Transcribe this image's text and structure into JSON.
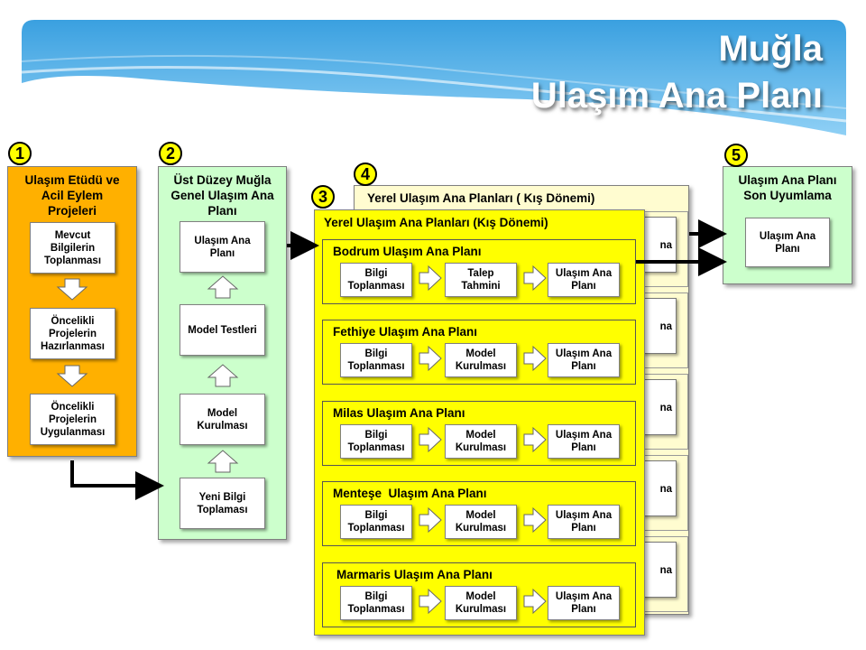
{
  "title": {
    "line1": "Muğla",
    "line2": "Ulaşım Ana Planı"
  },
  "colors": {
    "orange": "#ffb000",
    "green": "#ccffcc",
    "yellow": "#ffff00",
    "cream": "#fffcd0",
    "banner": "#4aa9e3"
  },
  "panel1": {
    "number": "1",
    "title": "Ulaşım Etüdü ve\nAcil Eylem\nProjeleri",
    "boxes": [
      "Mevcut\nBilgilerin\nToplanması",
      "Öncelikli\nProjelerin\nHazırlanması",
      "Öncelikli\nProjelerin\nUygulanması"
    ]
  },
  "panel2": {
    "number": "2",
    "title": "Üst Düzey Muğla\nGenel Ulaşım Ana\nPlanı",
    "boxes": [
      "Ulaşım Ana\nPlanı",
      "Model Testleri",
      "Model\nKurulması",
      "Yeni Bilgi\nToplaması"
    ]
  },
  "panel3": {
    "number": "3",
    "title": "Yerel Ulaşım Ana Planları (Kış Dönemi)",
    "subs": [
      {
        "title": "Bodrum Ulaşım Ana Planı",
        "steps": [
          "Bilgi\nToplanması",
          "Talep\nTahmini",
          "Ulaşım Ana\nPlanı"
        ]
      },
      {
        "title": "Fethiye Ulaşım Ana Planı",
        "steps": [
          "Bilgi\nToplanması",
          "Model\nKurulması",
          "Ulaşım Ana\nPlanı"
        ]
      },
      {
        "title": "Milas Ulaşım Ana Planı",
        "steps": [
          "Bilgi\nToplanması",
          "Model\nKurulması",
          "Ulaşım Ana\nPlanı"
        ]
      },
      {
        "title": "Menteşe  Ulaşım Ana Planı",
        "steps": [
          "Bilgi\nToplanması",
          "Model\nKurulması",
          "Ulaşım Ana\nPlanı"
        ]
      },
      {
        "title": "Marmaris Ulaşım Ana Planı",
        "steps": [
          "Bilgi\nToplanması",
          "Model\nKurulması",
          "Ulaşım Ana\nPlanı"
        ]
      }
    ]
  },
  "panel4": {
    "number": "4",
    "title": "Yerel Ulaşım Ana Planları ( Kış Dönemi)",
    "peek_texts": [
      "na",
      "na",
      "na",
      "na",
      "na"
    ]
  },
  "panel5": {
    "number": "5",
    "title": "Ulaşım Ana Planı\nSon Uyumlama",
    "box": "Ulaşım Ana\nPlanı"
  }
}
